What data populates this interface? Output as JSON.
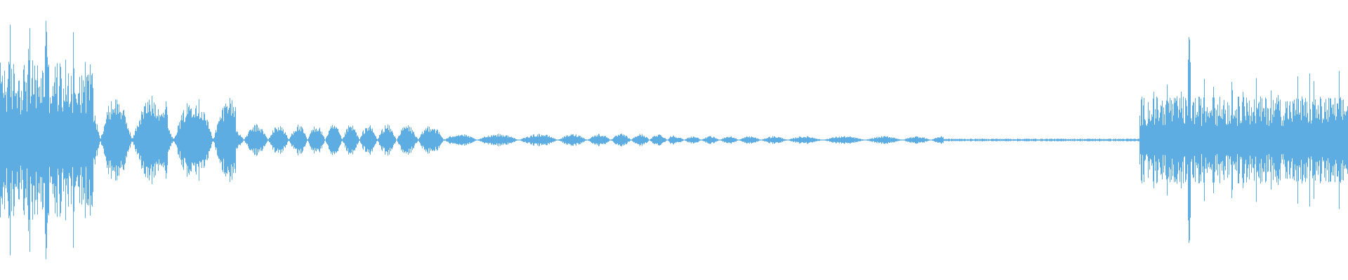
{
  "waveform": {
    "color": "#5dade2",
    "background": "#ffffff",
    "description_type": "audio-waveform",
    "envelope_segments": [
      {
        "from": 0.0,
        "to": 0.068,
        "level": 0.55,
        "style": "spiky"
      },
      {
        "from": 0.068,
        "to": 0.175,
        "level": 0.28,
        "style": "bursts"
      },
      {
        "from": 0.175,
        "to": 0.33,
        "level": 0.1,
        "style": "bursts"
      },
      {
        "from": 0.33,
        "to": 0.5,
        "level": 0.04,
        "style": "bursts"
      },
      {
        "from": 0.5,
        "to": 0.7,
        "level": 0.025,
        "style": "bursts"
      },
      {
        "from": 0.7,
        "to": 0.845,
        "level": 0.008,
        "style": "quiet"
      },
      {
        "from": 0.845,
        "to": 1.0,
        "level": 0.3,
        "style": "spiky"
      }
    ],
    "peaks": [
      {
        "at": 0.034,
        "level": 0.95
      },
      {
        "at": 0.068,
        "level": 0.55
      },
      {
        "at": 0.123,
        "level": 0.3
      },
      {
        "at": 0.168,
        "level": 0.28
      },
      {
        "at": 0.882,
        "level": 0.85
      },
      {
        "at": 0.9,
        "level": 0.4
      },
      {
        "at": 0.922,
        "level": 0.38
      },
      {
        "at": 0.948,
        "level": 0.35
      }
    ]
  }
}
